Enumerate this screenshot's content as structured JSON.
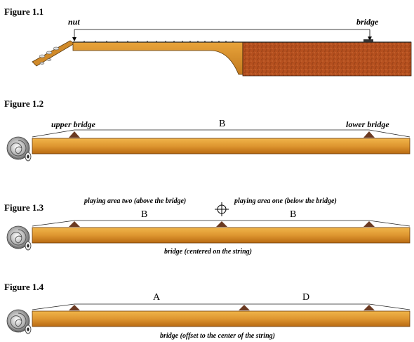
{
  "figures": {
    "fig1": {
      "title": "Figure 1.1",
      "nut_label": "nut",
      "bridge_label": "bridge"
    },
    "fig2": {
      "title": "Figure 1.2",
      "left_label": "upper bridge",
      "center_label": "B",
      "right_label": "lower bridge"
    },
    "fig3": {
      "title": "Figure 1.3",
      "area_two_label": "playing area two (above the bridge)",
      "area_one_label": "playing area one (below the bridge)",
      "left_letter": "B",
      "right_letter": "B",
      "caption": "bridge (centered on the string)"
    },
    "fig4": {
      "title": "Figure 1.4",
      "left_letter": "A",
      "right_letter": "D",
      "caption": "bridge (offset to the center of the string)"
    }
  },
  "colors": {
    "wood_light": "#e8a33a",
    "wood_dark": "#b86a12",
    "body_red": "#b5501f",
    "bridge_brown": "#6b3a22",
    "scroll_gray": "#9a9a9a"
  }
}
